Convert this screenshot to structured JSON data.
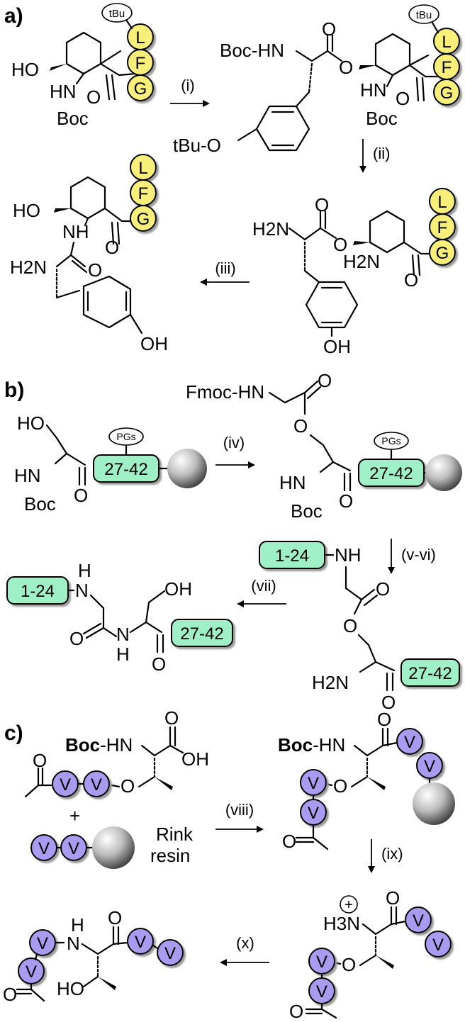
{
  "sections": [
    {
      "label": "a)",
      "steps": [
        "(i)",
        "(ii)",
        "(iii)"
      ],
      "residues": [
        "L",
        "F",
        "G"
      ],
      "protecting_groups": [
        "tBu",
        "Boc",
        "Boc-HN",
        "tBu-O"
      ],
      "atoms": {
        "HO": "HO",
        "OH": "OH",
        "HN": "HN",
        "NH": "NH",
        "H2N": "H2N",
        "O": "O"
      }
    },
    {
      "label": "b)",
      "steps": [
        "(iv)",
        "(v-vi)",
        "(vii)"
      ],
      "segments": [
        "27-42",
        "1-24"
      ],
      "pg_label": "PGs",
      "protecting_groups": [
        "Fmoc-HN",
        "Boc"
      ],
      "atoms": {
        "HO": "HO",
        "OH": "OH",
        "HN": "HN",
        "NH": "NH",
        "H": "H",
        "N": "N",
        "H2N": "H2N",
        "O": "O"
      }
    },
    {
      "label": "c)",
      "steps": [
        "(viii)",
        "(ix)",
        "(x)"
      ],
      "residue": "V",
      "boc_bold": "Boc",
      "boc_rest": "-HN",
      "plus": "+",
      "resin_line1": "Rink",
      "resin_line2": "resin",
      "atoms": {
        "OH": "OH",
        "HO": "HO",
        "O": "O",
        "H3N": "H3N",
        "plus": "+",
        "H": "H",
        "N": "N"
      }
    }
  ],
  "colors": {
    "yellow": "#f7ef7a",
    "green": "#9ff0c6",
    "purple": "#a99cf0",
    "bead": "#888888",
    "ink": "#000000"
  }
}
